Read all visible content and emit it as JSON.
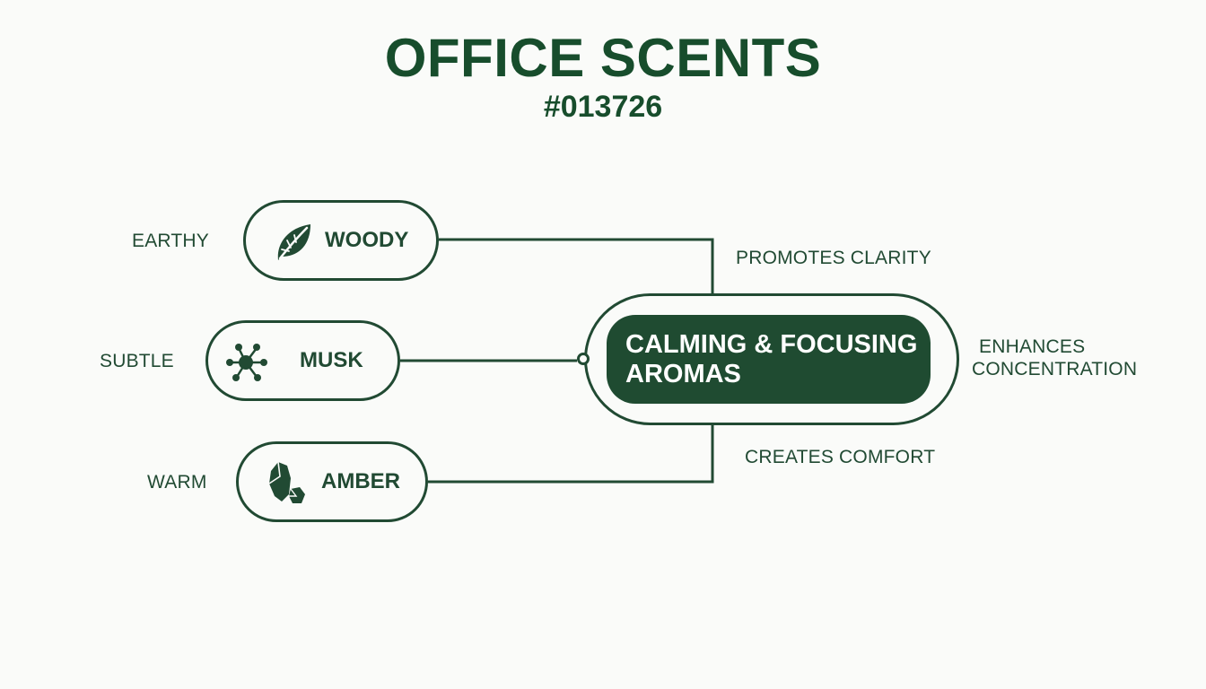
{
  "title": "OFFICE SCENTS",
  "subtitle": "#013726",
  "colors": {
    "primary": "#1f4b31",
    "line": "#214a33",
    "background": "#fafbf9",
    "center_text": "#ffffff"
  },
  "center": {
    "line1": "CALMING & FOCUSING",
    "line2": "AROMAS"
  },
  "scents": [
    {
      "label": "WOODY",
      "descriptor": "EARTHY",
      "icon": "leaf-icon"
    },
    {
      "label": "MUSK",
      "descriptor": "SUBTLE",
      "icon": "molecule-icon"
    },
    {
      "label": "AMBER",
      "descriptor": "WARM",
      "icon": "crystal-icon"
    }
  ],
  "benefits": {
    "top": "PROMOTES CLARITY",
    "right_line1": "ENHANCES",
    "right_line2": "CONCENTRATION",
    "bottom": "CREATES COMFORT"
  }
}
